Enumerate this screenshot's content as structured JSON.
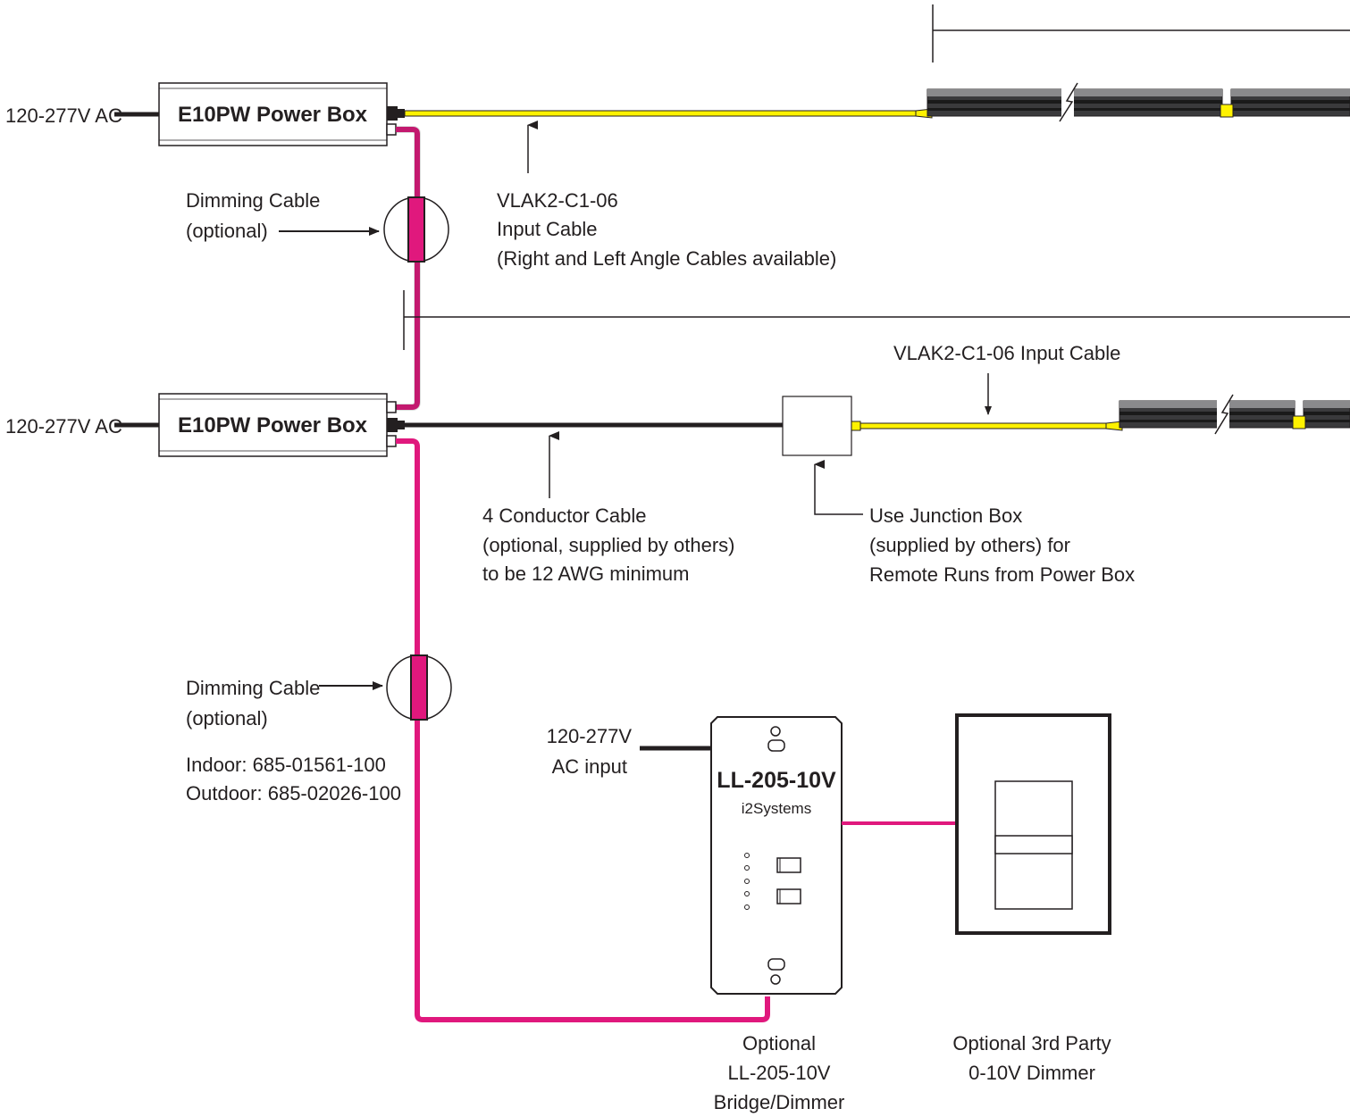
{
  "power_box_1": {
    "label": "E10PW Power Box",
    "input_label": "120-277V AC"
  },
  "power_box_2": {
    "label": "E10PW Power Box",
    "input_label": "120-277V AC"
  },
  "dimming_cable_1": {
    "line1": "Dimming Cable",
    "line2": "(optional)"
  },
  "input_cable_1": {
    "line1": "VLAK2-C1-06",
    "line2": "Input Cable",
    "line3": "(Right and Left Angle Cables available)"
  },
  "input_cable_2": {
    "label": "VLAK2-C1-06 Input Cable"
  },
  "conductor_cable": {
    "line1": "4 Conductor Cable",
    "line2": "(optional, supplied by others)",
    "line3": "to be 12 AWG minimum"
  },
  "junction_box": {
    "line1": "Use Junction Box",
    "line2": "(supplied by others) for",
    "line3": "Remote Runs from Power Box"
  },
  "dimming_cable_2": {
    "line1": "Dimming Cable",
    "line2": "(optional)",
    "indoor": "Indoor: 685-01561-100",
    "outdoor": "Outdoor: 685-02026-100"
  },
  "bridge": {
    "input_line1": "120-277V",
    "input_line2": "AC input",
    "model": "LL-205-10V",
    "brand": "i2Systems",
    "caption_line1": "Optional",
    "caption_line2": "LL-205-10V",
    "caption_line3": "Bridge/Dimmer"
  },
  "dimmer": {
    "caption_line1": "Optional 3rd Party",
    "caption_line2": "0-10V Dimmer"
  },
  "colors": {
    "dimming_cable": "#e0187d",
    "input_cable": "#fff200",
    "ink": "#231f20",
    "housing": "#3a3a3c"
  }
}
